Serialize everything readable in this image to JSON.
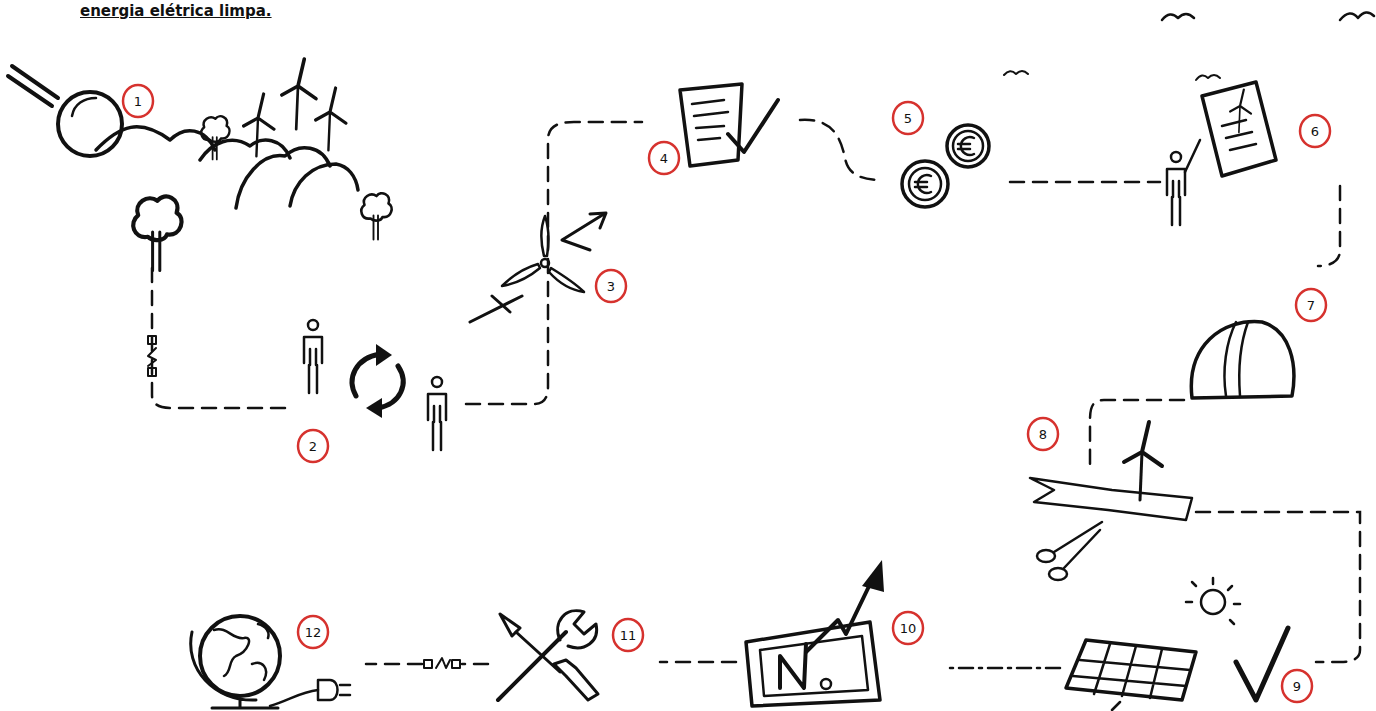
{
  "diagram": {
    "title": "energia elétrica limpa.",
    "nodes": [
      {
        "text": [
          "1"
        ]
      },
      {
        "text": [
          "2"
        ]
      },
      {
        "text": [
          "3"
        ]
      },
      {
        "text": [
          "4"
        ]
      },
      {
        "text": [
          "5"
        ]
      },
      {
        "text": [
          "6"
        ]
      },
      {
        "text": [
          "7"
        ]
      },
      {
        "text": [
          "8"
        ]
      },
      {
        "text": [
          "9"
        ]
      },
      {
        "text": [
          "10"
        ]
      },
      {
        "text": [
          "11"
        ]
      },
      {
        "text": [
          "12"
        ]
      }
    ]
  }
}
